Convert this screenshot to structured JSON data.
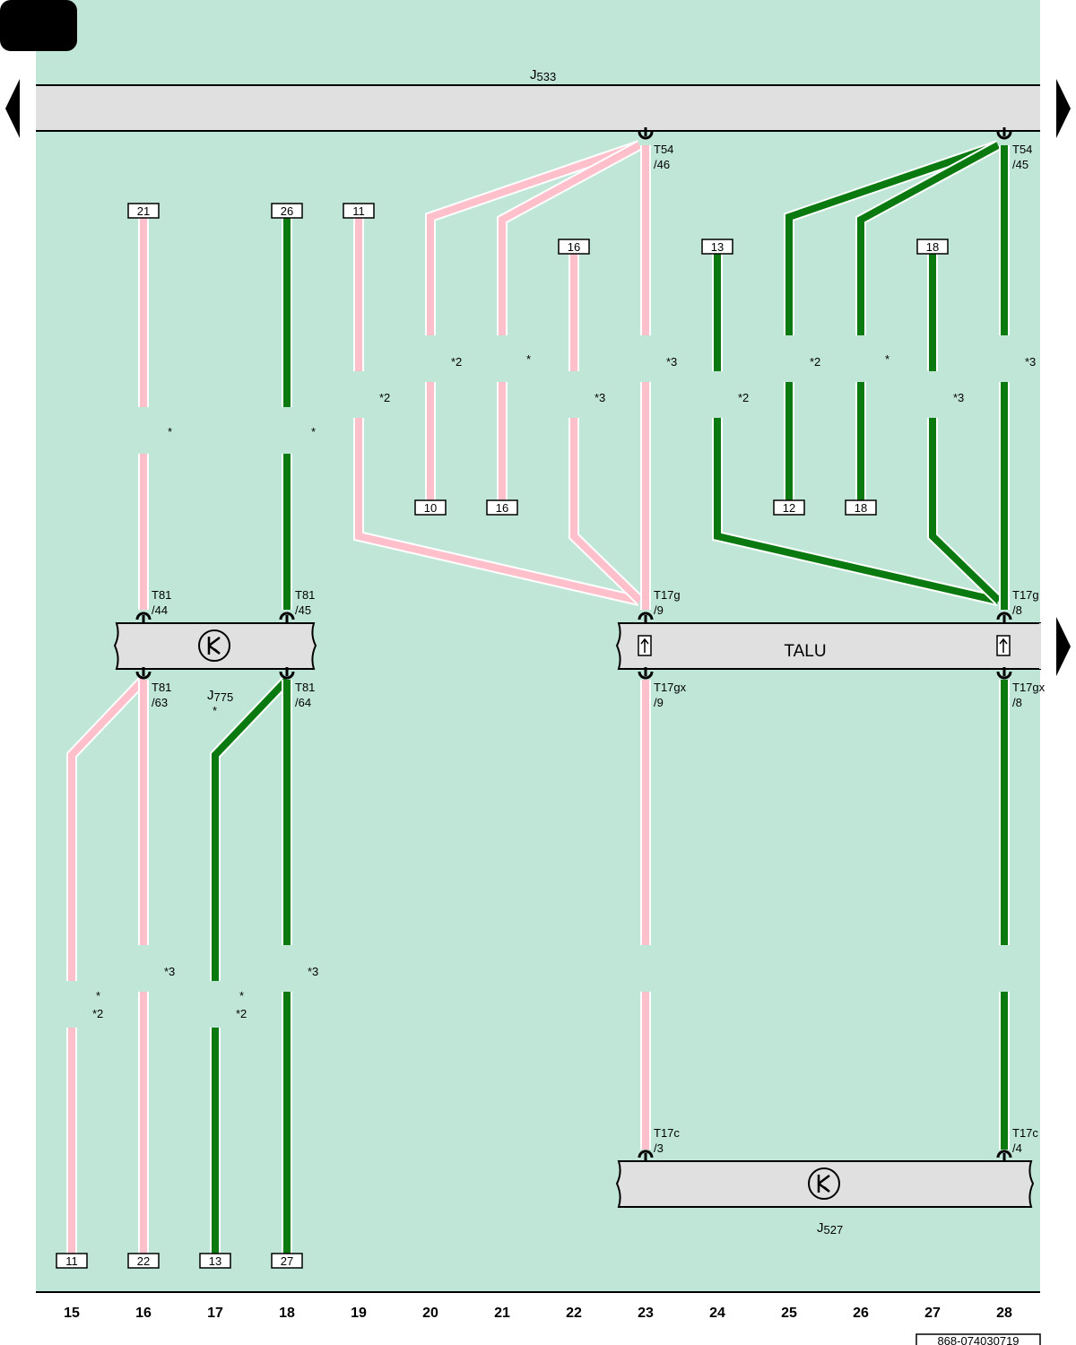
{
  "page_tab": "",
  "components": {
    "j533": {
      "label": "J",
      "sub": "533"
    },
    "j775": {
      "label": "J",
      "sub": "775",
      "note": "*"
    },
    "talu": {
      "label": "TALU"
    },
    "j527": {
      "label": "J",
      "sub": "527"
    }
  },
  "connectors": {
    "t54_46": [
      "T54",
      "/46"
    ],
    "t54_45": [
      "T54",
      "/45"
    ],
    "t81_44": [
      "T81",
      "/44"
    ],
    "t81_45": [
      "T81",
      "/45"
    ],
    "t81_63": [
      "T81",
      "/63"
    ],
    "t81_64": [
      "T81",
      "/64"
    ],
    "t17g_9": [
      "T17g",
      "/9"
    ],
    "t17g_8": [
      "T17g",
      "/8"
    ],
    "t17gx_9": [
      "T17gx",
      "/9"
    ],
    "t17gx_8": [
      "T17gx",
      "/8"
    ],
    "t17c_3": [
      "T17c",
      "/3"
    ],
    "t17c_4": [
      "T17c",
      "/4"
    ]
  },
  "ref_boxes": {
    "top_c16": "21",
    "top_c18": "26",
    "top_c19": "11",
    "top_c22": "16",
    "top_c24": "13",
    "top_c27": "18",
    "mid_c20": "10",
    "mid_c21": "16",
    "mid_c25": "12",
    "mid_c26": "18",
    "bot_c15": "11",
    "bot_c16": "22",
    "bot_c17": "13",
    "bot_c18": "27"
  },
  "notes": {
    "n16": "*",
    "n18": "*",
    "n19": "*2",
    "n20": "*2",
    "n21": "*",
    "n22": "*3",
    "n23": "*3",
    "n24": "*2",
    "n25": "*2",
    "n26": "*",
    "n27": "*3",
    "n28": "*3",
    "nb15a": "*",
    "nb15b": "*2",
    "nb16": "*3",
    "nb17a": "*",
    "nb17b": "*2",
    "nb18": "*3"
  },
  "columns": [
    "15",
    "16",
    "17",
    "18",
    "19",
    "20",
    "21",
    "22",
    "23",
    "24",
    "25",
    "26",
    "27",
    "28"
  ],
  "doc_code": "868-074030719",
  "colors": {
    "background": "#c0e6d8",
    "wire_pink": "#ffc0cb",
    "wire_green": "#0a7a10",
    "component_fill": "#e0e0e0"
  }
}
